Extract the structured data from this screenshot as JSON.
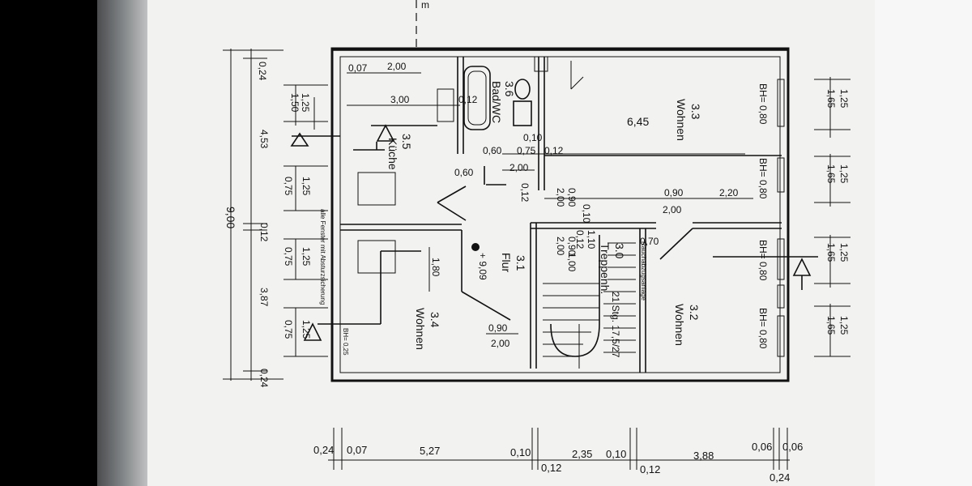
{
  "rooms": {
    "bad": {
      "number": "3.6",
      "name": "Bad/WC"
    },
    "kueche": {
      "number": "3.5",
      "name": "Küche"
    },
    "wohnen_nw": {
      "number": "3.3",
      "name": "Wohnen",
      "area": "6,45"
    },
    "wohnen_sw": {
      "number": "3.4",
      "name": "Wohnen"
    },
    "flur": {
      "number": "3.1",
      "name": "Flur",
      "level": "+ 9,09"
    },
    "treppen": {
      "number": "3.0",
      "name": "Treppenh.",
      "stairs": "21 Stg. 17,5/27"
    },
    "wohnen_se": {
      "number": "3.2",
      "name": "Wohnen"
    }
  },
  "notes": {
    "windows": "alle Fenster mit Absturzsicherung",
    "smoke": "Rauchabzugsanlage",
    "top_mark": "m"
  },
  "sill_heights": {
    "bh080": "BH= 0,80",
    "bh025": "BH= 0,25"
  },
  "dims_left": {
    "total": "9,00",
    "top_wall": "0,24",
    "upper": "4,53",
    "mid_wall": "0,12",
    "lower": "3,87",
    "bottom_wall": "0,24",
    "w1_a": "1,25",
    "w1_b": "1,50",
    "w2_a": "1,25",
    "w2_b": "0,75",
    "w3_a": "1,25",
    "w3_b": "0,75",
    "w4_a": "1,25",
    "w4_b": "0,75"
  },
  "dims_right": {
    "a1": "1,25",
    "a2": "1,65",
    "b1": "1,25",
    "b2": "1,65",
    "c1": "1,25",
    "c2": "1,65",
    "d1": "1,25",
    "d2": "1,65"
  },
  "dims_bottom": {
    "d1": "0,24",
    "d2": "0,07",
    "d3": "5,27",
    "d4": "0,10",
    "d5": "0,12",
    "d6": "2,35",
    "d7": "0,10",
    "d8": "0,12",
    "d9": "3,88",
    "d10": "0,06",
    "d11": "0,06",
    "d12": "0,24"
  },
  "dims_inner": {
    "k1": "0,07",
    "k2": "2,00",
    "k3": "3,00",
    "k4": "0,12",
    "b1": "0,10",
    "b2": "0,60",
    "b3": "0,75",
    "b4": "0,12",
    "b5": "0,60",
    "b6": "2,00",
    "b7": "0,12",
    "s1": "0,90",
    "s2": "2,00",
    "s3": "0,90",
    "s4": "2,00",
    "s5": "0,10",
    "s6": "0,12",
    "s7": "1,10",
    "s8": "1,00",
    "w1": "0,90",
    "w2": "2,20",
    "w3": "2,00",
    "w4": "0,70",
    "f1": "1,80",
    "f2": "0,90",
    "f3": "2,00"
  }
}
